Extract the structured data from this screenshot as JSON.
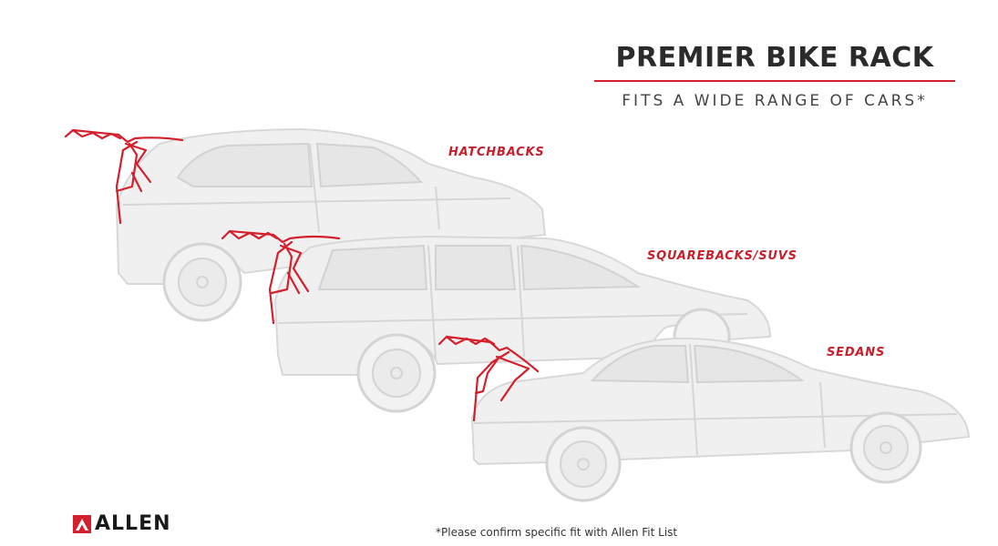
{
  "header": {
    "title": "PREMIER BIKE RACK",
    "subtitle": "FITS A WIDE RANGE OF CARS*"
  },
  "car_types": {
    "hatchbacks": "HATCHBACKS",
    "squarebacks": "SQUAREBACKS/SUVS",
    "sedans": "SEDANS"
  },
  "footer": {
    "brand": "ALLEN",
    "footnote": "*Please confirm specific fit with Allen Fit List"
  },
  "colors": {
    "accent": "#d4202c",
    "car": "#f0f0f0",
    "text": "#2b2b2b"
  }
}
